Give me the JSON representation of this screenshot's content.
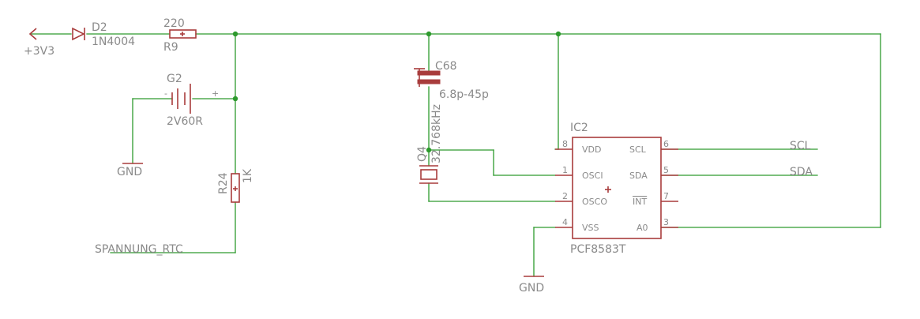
{
  "power": {
    "vcc_label": "+3V3",
    "gnd_label": "GND"
  },
  "diode": {
    "name": "D2",
    "value": "1N4004"
  },
  "r9": {
    "value": "220",
    "name": "R9"
  },
  "battery": {
    "name": "G2",
    "value": "2V60R",
    "minus": "-",
    "plus": "+"
  },
  "r24": {
    "name": "R24",
    "value": "1K"
  },
  "signal": {
    "net": "SPANNUNG_RTC"
  },
  "capacitor": {
    "name": "C68",
    "value": "6.8p-45p"
  },
  "crystal": {
    "name": "Q4",
    "value": "32.768kHz"
  },
  "ic": {
    "name": "IC2",
    "part": "PCF8583T",
    "pins": [
      {
        "no": "8",
        "label": "VDD"
      },
      {
        "no": "1",
        "label": "OSCI"
      },
      {
        "no": "2",
        "label": "OSCO"
      },
      {
        "no": "4",
        "label": "VSS"
      },
      {
        "no": "6",
        "label": "SCL"
      },
      {
        "no": "5",
        "label": "SDA"
      },
      {
        "no": "7",
        "label": "INT"
      },
      {
        "no": "3",
        "label": "A0"
      }
    ]
  },
  "bus": {
    "scl": "SCL",
    "sda": "SDA"
  }
}
